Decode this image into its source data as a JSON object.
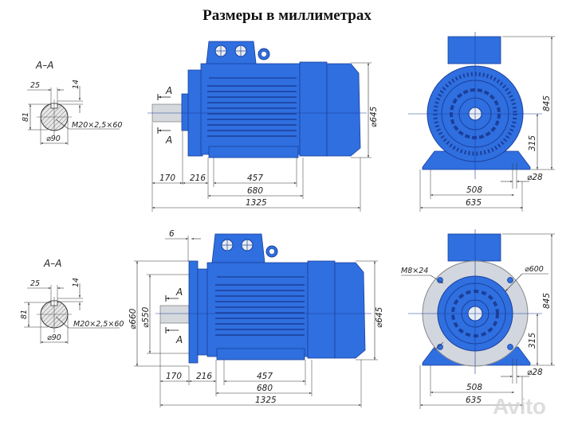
{
  "title": "Размеры в миллиметрах",
  "colors": {
    "motor_blue": "#2f6fe0",
    "motor_dark": "#1b3f9a",
    "flange_gray": "#d2d6de",
    "line": "#333333"
  },
  "section_top": {
    "label": "A–A",
    "key_width": "25",
    "key_depth": "14",
    "shaft_height": "81",
    "thread": "M20×2,5×60",
    "shaft_dia": "⌀90"
  },
  "section_bottom": {
    "label": "A–A",
    "key_width": "25",
    "key_depth": "14",
    "shaft_height": "81",
    "thread": "M20×2,5×60",
    "shaft_dia": "⌀90"
  },
  "side_top": {
    "cut_label_top": "A",
    "cut_label_bottom": "A",
    "body_dia": "⌀645",
    "dims": {
      "shaft_len": "170",
      "foot_offset": "216",
      "foot_spacing": "457",
      "foot_length": "680",
      "overall_length": "1325"
    }
  },
  "side_bottom": {
    "cut_label_top": "A",
    "cut_label_bottom": "A",
    "flange_thickness": "6",
    "flange_dia": "⌀660",
    "spigot_dia": "⌀550",
    "body_dia": "⌀645",
    "dims": {
      "shaft_len": "170",
      "foot_offset": "216",
      "foot_spacing": "457",
      "foot_length": "680",
      "overall_length": "1325"
    }
  },
  "front_top": {
    "height": "845",
    "shaft_height": "315",
    "hole_dia": "⌀28",
    "foot_spacing": "508",
    "foot_width": "635"
  },
  "front_bottom": {
    "bolt": "M8×24",
    "pcd": "⌀600",
    "height": "845",
    "shaft_height": "315",
    "hole_dia": "⌀28",
    "foot_spacing": "508",
    "foot_width": "635"
  },
  "watermark": "Avito"
}
